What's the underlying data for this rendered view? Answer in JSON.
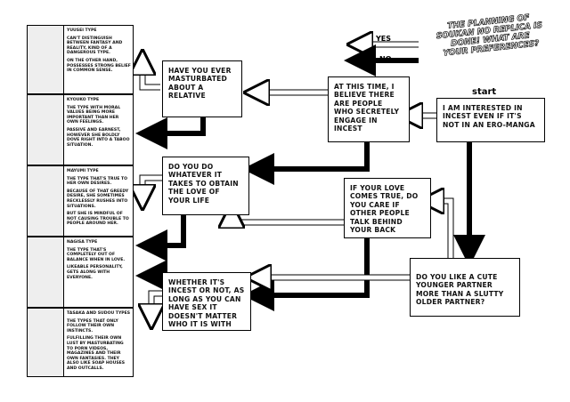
{
  "characters": [
    {
      "type": "YUUSEI TYPE",
      "lines": [
        "CAN'T DISTINGUISH BETWEEN FANTASY AND REALITY, KIND OF A DANGEROUS TYPE.",
        "ON THE OTHER HAND, POSSESSES STRONG BELIEF IN COMMON SENSE."
      ]
    },
    {
      "type": "KYOUKO TYPE",
      "lines": [
        "THE TYPE WITH MORAL VALUES BEING MORE IMPORTANT THAN HER OWN FEELINGS.",
        "PASSIVE AND EARNEST, HOWEVER SHE BOLDLY DOVE RIGHT INTO A TABOO SITUATION."
      ]
    },
    {
      "type": "MAYUMI TYPE",
      "lines": [
        "THE TYPE THAT'S TRUE TO HER OWN DESIRES.",
        "BECAUSE OF THAT GREEDY DESIRE, SHE SOMETIMES RECKLESSLY RUSHES INTO SITUATIONS.",
        "BUT SHE IS MINDFUL OF NOT CAUSING TROUBLE TO PEOPLE AROUND HER."
      ]
    },
    {
      "type": "NAGISA TYPE",
      "lines": [
        "THE TYPE THAT'S COMPLETELY OUT OF BALANCE WHEN IN LOVE.",
        "LIKEABLE PERSONALITY, GETS ALONG WITH EVERYONE."
      ]
    },
    {
      "type": "TASAKA AND SUDOU TYPES",
      "lines": [
        "THE TYPES THAT ONLY FOLLOW THEIR OWN INSTINCTS.",
        "FULFILLING THEIR OWN LUST BY MASTURBATING TO PORN VIDEOS, MAGAZINES AND THEIR OWN FANTASIES. THEY ALSO LIKE SOAP HOUSES AND OUTCALLS."
      ]
    }
  ],
  "title": "THE PLANNING OF SOUKAN NO REPLICA IS DONE! WHAT ARE YOUR PREFERENCES?",
  "start_label": "start",
  "legend": {
    "yes": "YES",
    "no": "NO"
  },
  "questions": {
    "q1": "I AM INTERESTED IN INCEST EVEN IF IT'S NOT IN AN ERO-MANGA",
    "q2": "AT THIS TIME, I BELIEVE THERE ARE PEOPLE WHO SECRETELY ENGAGE IN INCEST",
    "q3": "HAVE YOU EVER MASTURBATED ABOUT A RELATIVE",
    "q4": "DO YOU DO WHATEVER IT TAKES TO OBTAIN THE LOVE OF YOUR LIFE",
    "q5": "IF YOUR LOVE COMES TRUE, DO YOU CARE IF OTHER PEOPLE TALK BEHIND YOUR BACK",
    "q6": "DO YOU LIKE A CUTE YOUNGER PARTNER MORE THAN A SLUTTY OLDER PARTNER?",
    "q7": "WHETHER IT'S INCEST OR NOT, AS LONG AS YOU CAN HAVE SEX IT DOESN'T MATTER WHO IT IS WITH"
  }
}
